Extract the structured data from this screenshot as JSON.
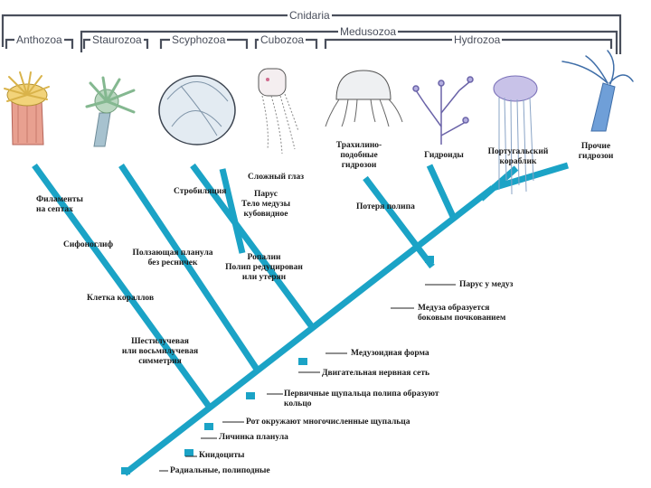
{
  "groups": {
    "cnidaria": "Cnidaria",
    "medusozoa": "Medusozoa",
    "anthozoa": "Anthozoa",
    "staurozoa": "Staurozoa",
    "scyphozoa": "Scyphozoa",
    "cubozoa": "Cubozoa",
    "hydrozoa": "Hydrozoa"
  },
  "taxa": {
    "trachylines": "Трахилино-\nподобные\nгидрозои",
    "hydroids": "Гидроиды",
    "portuguese": "Португальский\nкораблик",
    "other_hydrozoa": "Прочие\nгидрозои"
  },
  "traits": {
    "filaments": "Филаменты\nна септах",
    "siphonoglyph": "Сифоноглиф",
    "coral_skeleton": "Клетка кораллов",
    "symmetry": "Шестилучевая\nили восьмилучевая\nсимметрия",
    "crawling_planula": "Ползающая планула\nбез ресничек",
    "strobilation": "Стробиляция",
    "complex_eye": "Сложный глаз",
    "velum_box": "Парус\nТело медузы\nкубовидное",
    "rhopalia": "Ропалии\nПолип редуцирован\nили утерян",
    "polyp_loss": "Потеря полипа",
    "velum_medusa": "Парус у медуз",
    "lateral_budding": "Медуза образуется\nбоковым почкованием",
    "medusoid_form": "Медузоидная форма",
    "motor_net": "Двигательная нервная сеть",
    "primary_tentacles": "Первичные щупальца полипа образуют\nкольцо",
    "mouth_tentacles": "Рот окружают многочисленные щупальца",
    "planula": "Личинка планула",
    "cnidocytes": "Книдоциты",
    "radial": "Радиальные, полиподные"
  },
  "icons": [
    "sea-anemone-icon",
    "stalked-jellyfish-icon",
    "scyphozoan-jellyfish-icon",
    "box-jellyfish-icon",
    "trachyline-medusa-icon",
    "hydroid-colony-icon",
    "portuguese-man-o-war-icon",
    "hydra-icon"
  ],
  "colors": {
    "tree": "#1ba3c6",
    "bracket": "#4a4f5c",
    "anemone": "#e8a090",
    "hydra": "#6f9fd8"
  }
}
